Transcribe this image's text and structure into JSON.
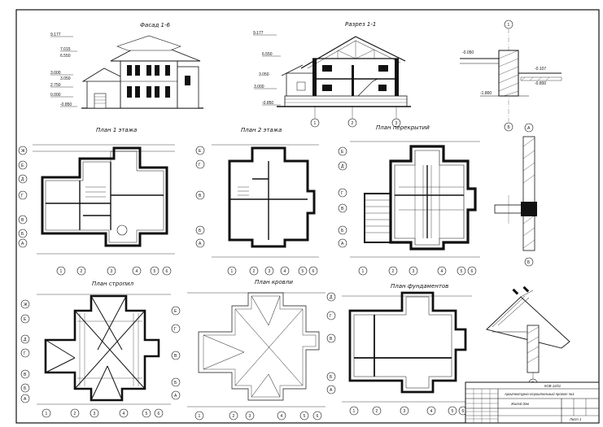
{
  "titles": {
    "facade": "Фасад 1-6",
    "section": "Разрез 1-1",
    "plan1": "План 1 этажа",
    "plan2": "План 2 этажа",
    "planFloor": "План перекрытий",
    "planRafters": "План стропил",
    "planRoof": "План кровли",
    "planFoundation": "План фундаментов"
  },
  "facade_levels": [
    "9.177",
    "7.015",
    "6.550",
    "3.000",
    "3.050",
    "2.750",
    "0.000",
    "-0.850"
  ],
  "section_levels": [
    "9.177",
    "6.550",
    "3.050",
    "3.000",
    "-0.850"
  ],
  "detail_levels": [
    "-0.050",
    "-0.107",
    "-0.800",
    "-1.800"
  ],
  "plan1": {
    "rows": [
      "Ж",
      "Е",
      "Д",
      "Г",
      "В",
      "Б",
      "А"
    ],
    "cols": [
      "1",
      "2",
      "3",
      "4",
      "5",
      "6"
    ]
  },
  "plan2": {
    "rows": [
      "Е",
      "Г",
      "В",
      "Б",
      "А"
    ],
    "cols": [
      "1",
      "2",
      "3",
      "4",
      "5",
      "6"
    ]
  },
  "planFloor": {
    "rows": [
      "Е",
      "Д",
      "Г",
      "В",
      "Б",
      "А"
    ],
    "cols": [
      "1",
      "2",
      "3",
      "4",
      "5",
      "6"
    ]
  },
  "planRafters": {
    "rows": [
      "Ж",
      "Е",
      "Д",
      "Г",
      "В",
      "Б",
      "А"
    ],
    "cols": [
      "1",
      "2",
      "3",
      "4",
      "5",
      "6"
    ]
  },
  "planRoof": {
    "rows": [
      "Е",
      "Г",
      "В",
      "Б",
      "А"
    ],
    "cols": [
      "1",
      "2",
      "3",
      "4",
      "5",
      "6"
    ]
  },
  "planFoundation": {
    "rows": [
      "Д",
      "Г",
      "В",
      "Б",
      "А"
    ],
    "cols": [
      "1",
      "2",
      "3",
      "4",
      "5",
      "6"
    ]
  },
  "section_axes": [
    "1",
    "2",
    "3"
  ],
  "detail_axes": [
    "1",
    "Б",
    "А",
    "Б",
    "Б"
  ],
  "titleblock": {
    "code": "КОВ-11/01",
    "project": "Архитектурно-строительный проект №1",
    "sheet_title": "Жилой дом",
    "sheet_code": "Лист 1"
  },
  "colors": {
    "ink": "#111111",
    "paper": "#ffffff"
  }
}
